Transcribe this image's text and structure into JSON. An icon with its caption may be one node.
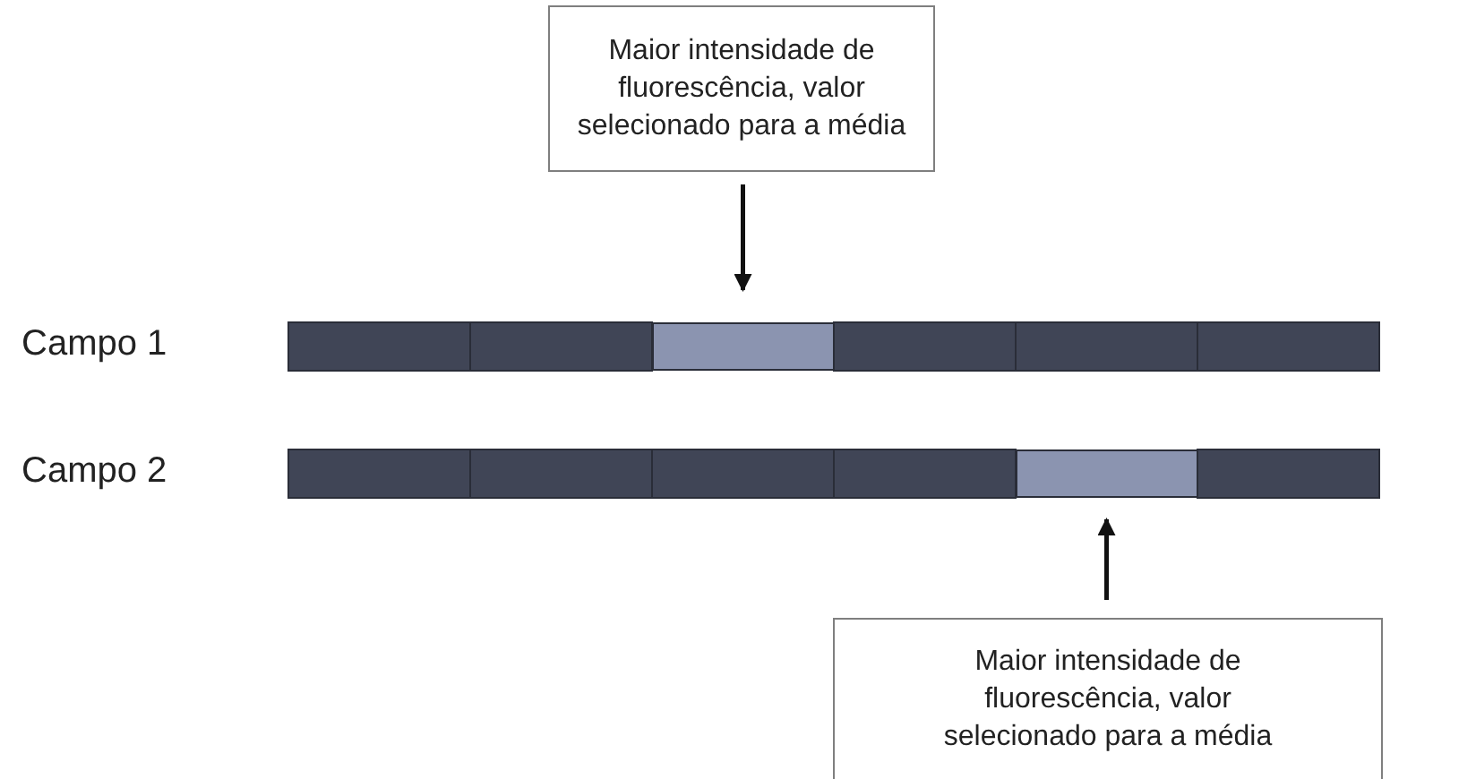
{
  "diagram": {
    "nodes": [
      {
        "text": [
          "Maior intensidade de fluorescência, valor selecionado para a média"
        ]
      },
      {
        "text": [],
        "shape": "bar"
      },
      {
        "text": [],
        "shape": "bar"
      },
      {
        "text": [
          "Maior intensidade de fluorescência, valor selecionado para a média"
        ]
      }
    ],
    "edges": [
      {
        "from": 0,
        "to": 1,
        "arrow": "to"
      },
      {
        "from": 3,
        "to": 2,
        "arrow": "to"
      }
    ],
    "labels": [
      "Campo 1",
      "Campo 2"
    ]
  }
}
